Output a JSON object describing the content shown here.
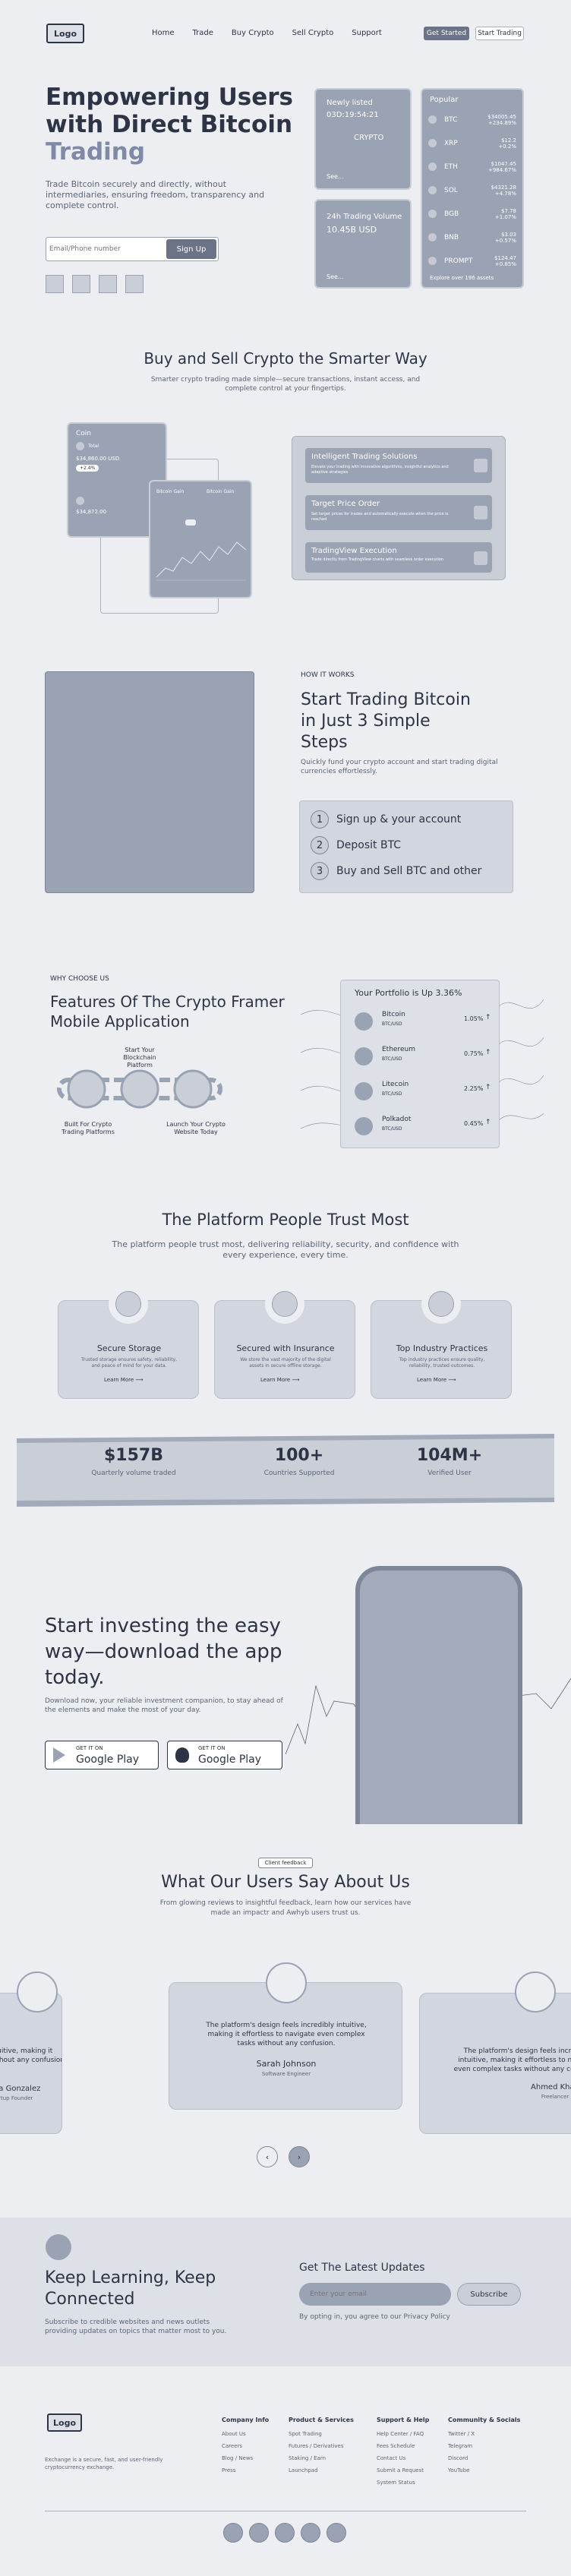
{
  "header": {
    "logo": "Logo",
    "nav": [
      "Home",
      "Trade",
      "Buy Crypto",
      "Sell Crypto",
      "Support"
    ],
    "get_started": "Get Started",
    "start_trading": "Start Trading"
  },
  "hero": {
    "title_line1": "Empowering Users",
    "title_line2": "with Direct Bitcoin",
    "title_line3": "Trading",
    "subtitle": "Trade Bitcoin securely and directly, without intermediaries, ensuring freedom, transparency and complete control.",
    "email_placeholder": "Email/Phone number",
    "signup": "Sign Up"
  },
  "newly_listed": {
    "label": "Newly listed",
    "timer": "03D:19:54:21",
    "coin": "CRYPTO",
    "see": "See..."
  },
  "volume": {
    "label": "24h Trading Volume",
    "value": "10.45B USD",
    "see": "See..."
  },
  "popular": {
    "label": "Popular",
    "footer": "Explore over 196 assets",
    "coins": [
      {
        "name": "BTC",
        "price": "$34005.45",
        "change": "+234.89%"
      },
      {
        "name": "XRP",
        "price": "$12.2",
        "change": "+0.2%"
      },
      {
        "name": "ETH",
        "price": "$1047.45",
        "change": "+984.67%"
      },
      {
        "name": "SOL",
        "price": "$4321.28",
        "change": "+4.78%"
      },
      {
        "name": "BGB",
        "price": "$7.78",
        "change": "+1.07%"
      },
      {
        "name": "BNB",
        "price": "$3.03",
        "change": "+0.57%"
      },
      {
        "name": "PROMPT",
        "price": "$124.47",
        "change": "+0.85%"
      }
    ]
  },
  "smarter": {
    "title": "Buy and Sell Crypto the Smarter Way",
    "subtitle": "Smarter crypto trading made simple—secure transactions, instant access, and complete control at your fingertips.",
    "coin_card": {
      "label": "Coin",
      "sub": "Total",
      "value1": "$34,860.00 USD",
      "tag": "+2.4%",
      "value2": "$34,872.00"
    },
    "chart_card": {
      "left": "Bitcoin Gain",
      "right": "Bitcoin Gain"
    },
    "features": [
      {
        "title": "Intelligent Trading Solutions",
        "desc": "Elevate your trading with innovative algorithms, insightful analytics and adaptive strategies"
      },
      {
        "title": "Target Price Order",
        "desc": "Set target prices for trades and automatically execute when the price is reached"
      },
      {
        "title": "TradingView Execution",
        "desc": "Trade directly from TradingView charts with seamless order execution"
      }
    ]
  },
  "how": {
    "eyebrow": "HOW IT WORKS",
    "title_line1": "Start Trading Bitcoin",
    "title_line2": "in Just 3 Simple",
    "title_line3": "Steps",
    "subtitle": "Quickly fund your crypto account and start trading digital currencies effortlessly.",
    "steps": [
      {
        "num": "1",
        "label": "Sign up & your account"
      },
      {
        "num": "2",
        "label": "Deposit BTC"
      },
      {
        "num": "3",
        "label": "Buy and Sell BTC and other"
      }
    ]
  },
  "why": {
    "eyebrow": "WHY CHOOSE US",
    "title_line1": "Features Of The Crypto Framer",
    "title_line2": "Mobile Application",
    "nodes": [
      "Start Your Blockchain Platform",
      "Built For Crypto Trading Platforms",
      "Launch Your Crypto Website Today"
    ],
    "portfolio": {
      "title": "Your Portfolio is Up 3.36%",
      "items": [
        {
          "name": "Bitcoin",
          "pair": "BTC/USD",
          "pct": "1.05%"
        },
        {
          "name": "Ethereum",
          "pair": "BTC/USD",
          "pct": "0.75%"
        },
        {
          "name": "Litecoin",
          "pair": "BTC/USD",
          "pct": "2.25%"
        },
        {
          "name": "Polkadot",
          "pair": "BTC/USD",
          "pct": "0.45%"
        }
      ]
    }
  },
  "trust": {
    "title": "The Platform People Trust Most",
    "subtitle": "The platform people trust most, delivering reliability, security, and confidence with every experience, every time.",
    "cards": [
      {
        "title": "Secure Storage",
        "desc": "Trusted storage ensures safety, reliability, and peace of mind for your data.",
        "link": "Learn More"
      },
      {
        "title": "Secured with Insurance",
        "desc": "We store the vast majority of the digital assets in secure offline storage.",
        "link": "Learn More"
      },
      {
        "title": "Top Industry Practices",
        "desc": "Top industry practices ensure quality, reliability, trusted outcomes.",
        "link": "Learn More"
      }
    ]
  },
  "stats": [
    {
      "value": "$157B",
      "label": "Quarterly volume traded"
    },
    {
      "value": "100+",
      "label": "Countries Supported"
    },
    {
      "value": "104M+",
      "label": "Verified User"
    }
  ],
  "app": {
    "title_line1": "Start investing the easy",
    "title_line2": "way—download the app",
    "title_line3": "today.",
    "subtitle": "Download now, your reliable investment companion, to stay ahead of the elements and make the most of your day.",
    "get_it_on": "GET IT ON",
    "store1": "Google Play",
    "store2": "Google Play"
  },
  "testimonials": {
    "badge": "Client feedback",
    "title": "What Our Users Say About Us",
    "subtitle": "From glowing reviews to insightful feedback, learn how our services have made an impactr and Awhyb users trust us.",
    "quote": "The platform's design feels incredibly intuitive, making it effortless to navigate even complex tasks without any confusion.",
    "left_quote": "The platform's design feels incredibly intuitive, making it effortless to navigate even complex tasks without any confusion.",
    "right_quote": "The platform's design feels incredibly intuitive, making it effortless to navigate even complex tasks without any confusion.",
    "left": {
      "name": "Maria Gonzalez",
      "role": "Startup Founder"
    },
    "center": {
      "name": "Sarah Johnson",
      "role": "Software Engineer"
    },
    "right": {
      "name": "Ahmed Khan",
      "role": "Freelancer"
    }
  },
  "newsletter": {
    "title_line1": "Keep Learning, Keep",
    "title_line2": "Connected",
    "subtitle": "Subscribe to credible websites and news outlets providing updates on topics that matter most to you.",
    "heading": "Get The Latest Updates",
    "placeholder": "Enter your email",
    "button": "Subscribe",
    "privacy": "By opting in, you agree to our Privacy Policy"
  },
  "footer": {
    "logo": "Logo",
    "desc": "Exchange is a secure, fast, and user-friendly cryptocurrency exchange.",
    "cols": [
      {
        "title": "Company Info",
        "items": [
          "About Us",
          "Careers",
          "Blog / News",
          "Press"
        ]
      },
      {
        "title": "Product & Services",
        "items": [
          "Spot Trading",
          "Futures / Derivatives",
          "Staking / Earn",
          "Launchpad"
        ]
      },
      {
        "title": "Support & Help",
        "items": [
          "Help Center / FAQ",
          "Fees Schedule",
          "Contact Us",
          "Submit a Request",
          "System Status"
        ]
      },
      {
        "title": "Community & Socials",
        "items": [
          "Twitter / X",
          "Telegram",
          "Discord",
          "YouTube"
        ]
      }
    ]
  }
}
